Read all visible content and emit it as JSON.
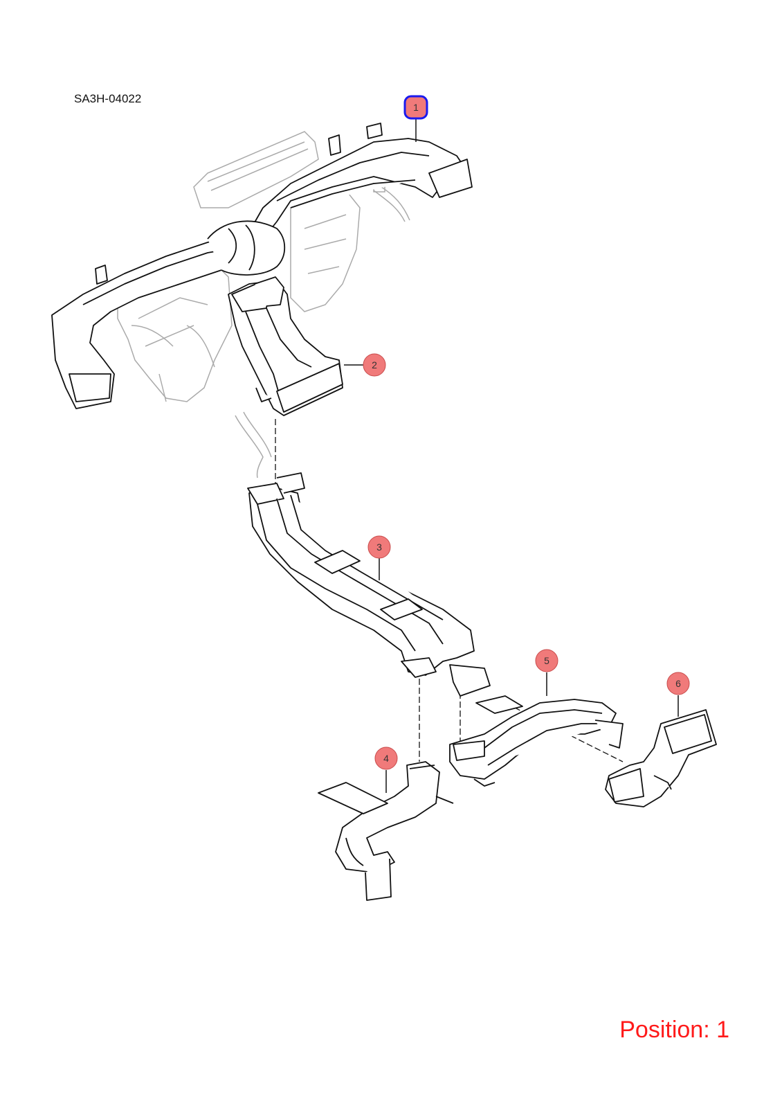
{
  "diagram": {
    "code": "SA3H-04022",
    "position_label": "Position: 1",
    "selected": "1",
    "callouts": [
      {
        "label": "1",
        "name": "callout-1"
      },
      {
        "label": "2",
        "name": "callout-2"
      },
      {
        "label": "3",
        "name": "callout-3"
      },
      {
        "label": "4",
        "name": "callout-4"
      },
      {
        "label": "5",
        "name": "callout-5"
      },
      {
        "label": "6",
        "name": "callout-6"
      }
    ]
  },
  "colors": {
    "callout_fill": "#f07a7a",
    "callout_stroke": "#c84a4a",
    "selected_stroke": "#1a1aee",
    "position_text": "#ff1a1a",
    "line": "#111111",
    "ghost": "#aaaaaa"
  }
}
